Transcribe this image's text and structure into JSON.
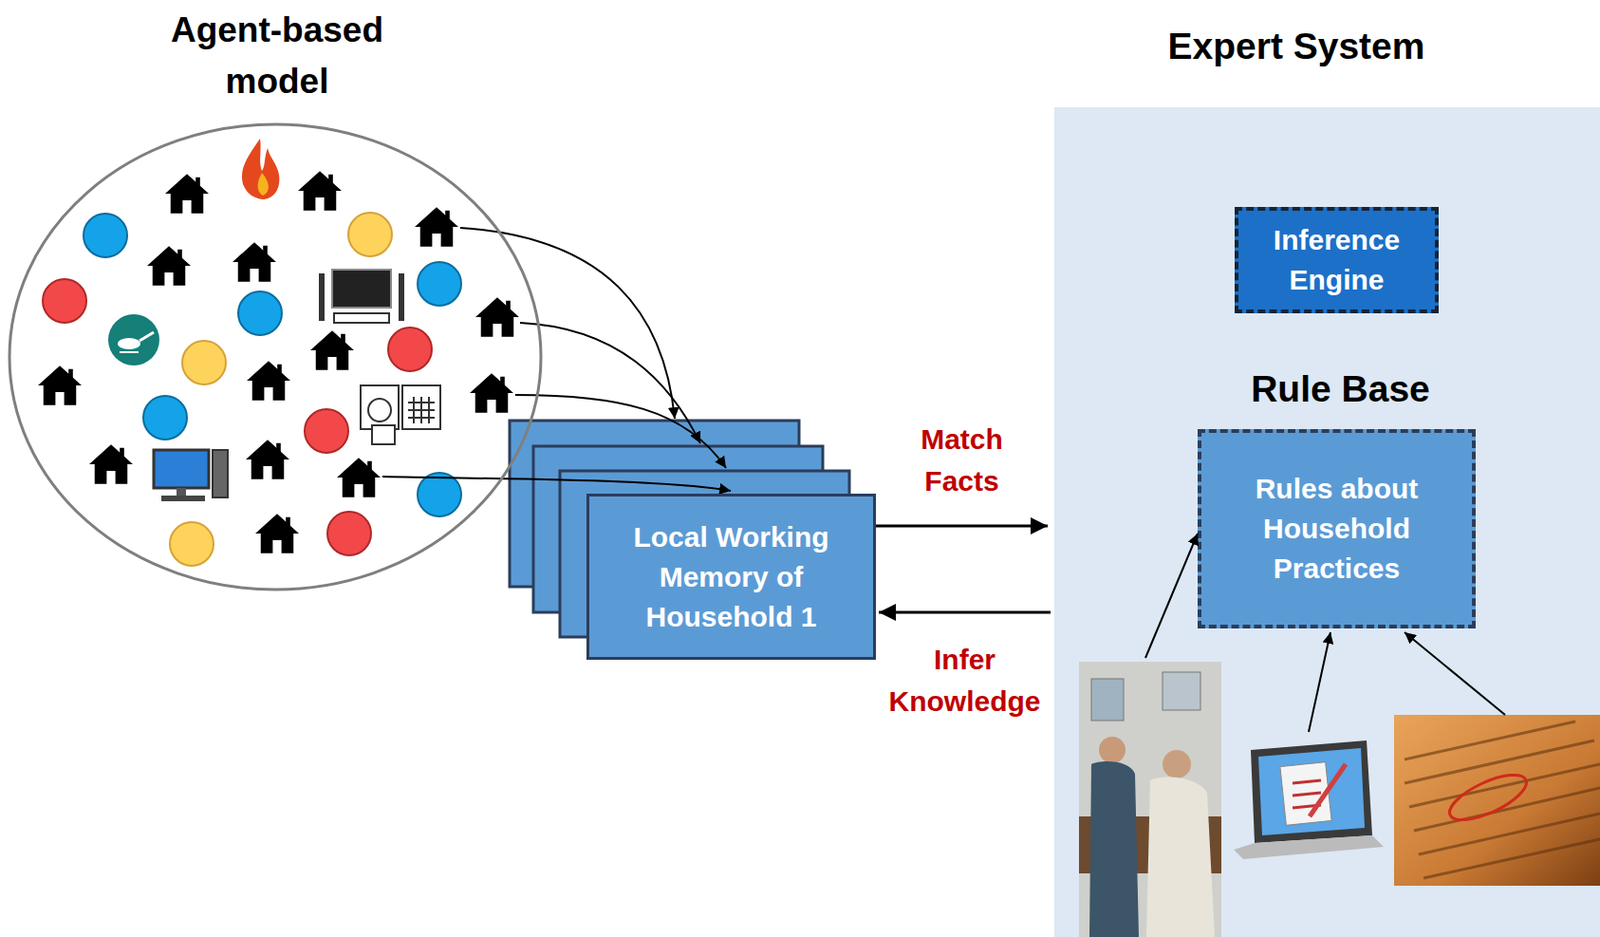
{
  "diagram": {
    "nodes": [
      {
        "text": [
          "Agent-based model"
        ]
      },
      {
        "text": [
          "Local Working Memory of Household 1"
        ]
      },
      {
        "text": [
          "Expert System"
        ]
      },
      {
        "text": [
          "Inference Engine"
        ],
        "in": 2
      },
      {
        "text": [
          "Rule Base",
          "Rules about Household Practices"
        ],
        "in": 2
      }
    ],
    "edges": [
      {
        "from": 1,
        "to": 2,
        "arrow": "to",
        "label": "Match Facts"
      },
      {
        "from": 2,
        "to": 1,
        "arrow": "to",
        "label": "Infer Knowledge"
      }
    ]
  }
}
